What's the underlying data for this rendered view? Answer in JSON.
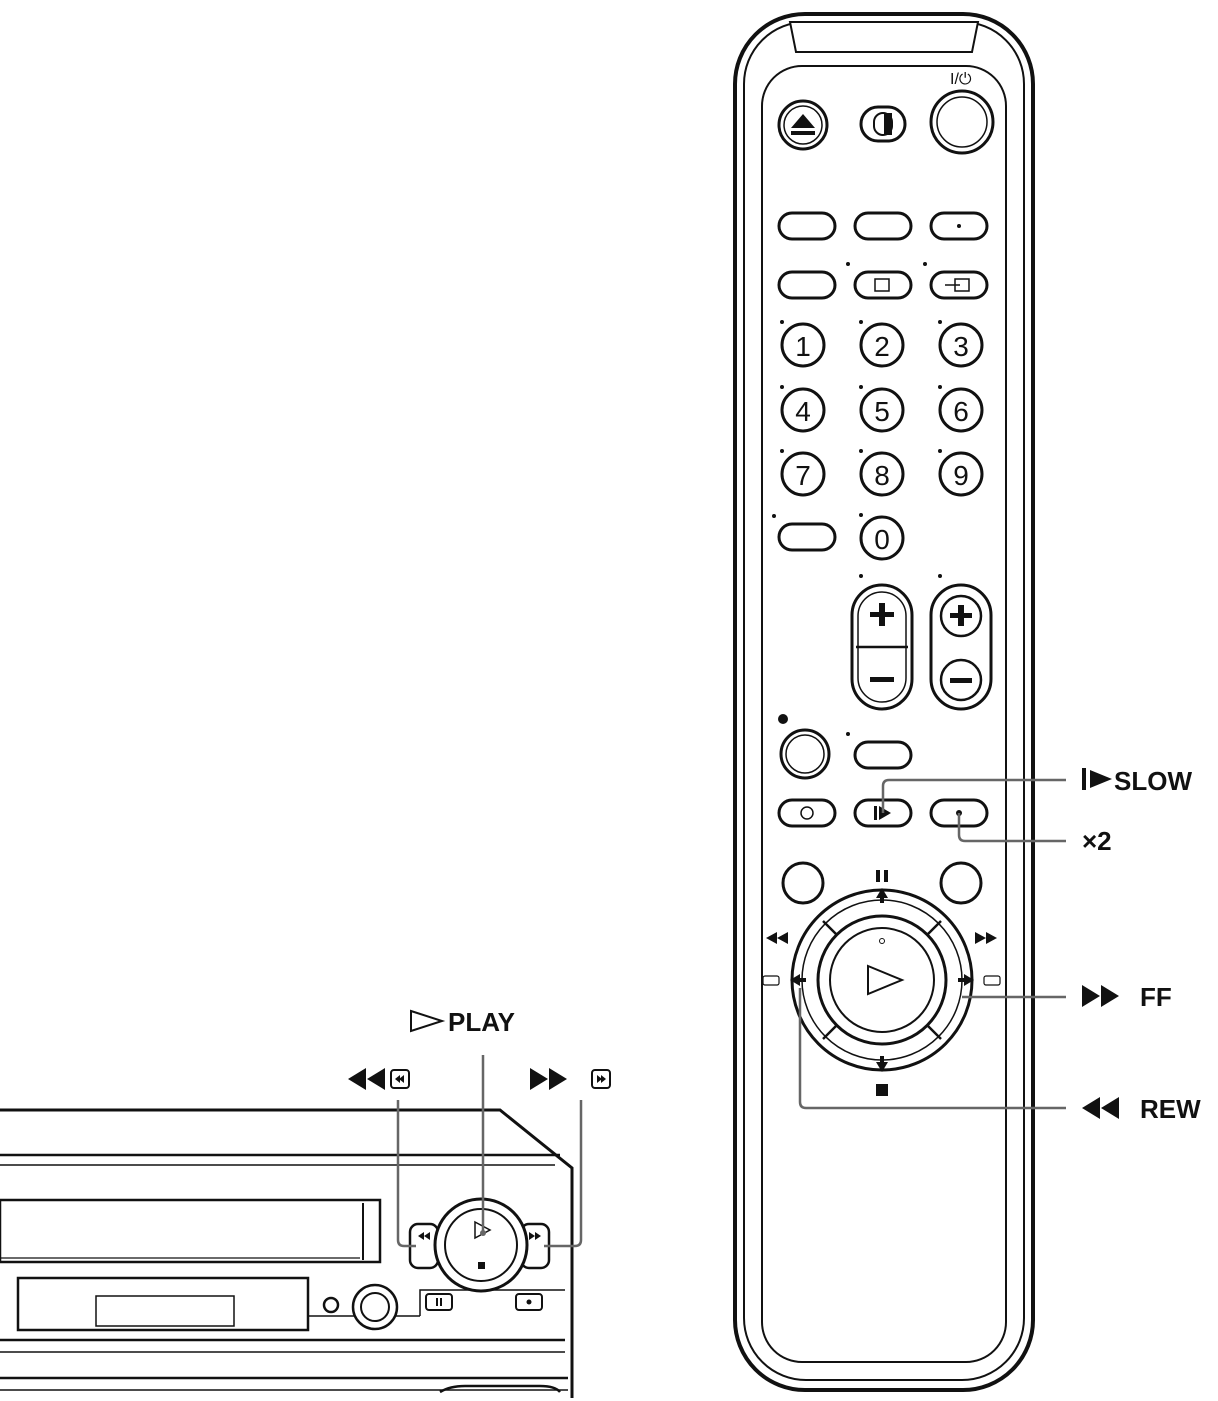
{
  "remote": {
    "power_label": "I/⏻",
    "number_keys": [
      "1",
      "2",
      "3",
      "4",
      "5",
      "6",
      "7",
      "8",
      "9",
      "0"
    ]
  },
  "callouts": {
    "slow": "SLOW",
    "x2": "×2",
    "ff": "FF",
    "rew": "REW",
    "play": "PLAY"
  },
  "icons": [
    "eject-icon",
    "tv-video-icon",
    "power-icon",
    "play-icon",
    "pause-icon",
    "stop-icon",
    "rewind-icon",
    "fast-forward-icon",
    "slow-icon",
    "record-icon",
    "timer-icon",
    "display-icon",
    "input-select-icon"
  ],
  "colors": {
    "line": "#111111",
    "leader": "#666666",
    "background": "#ffffff"
  }
}
